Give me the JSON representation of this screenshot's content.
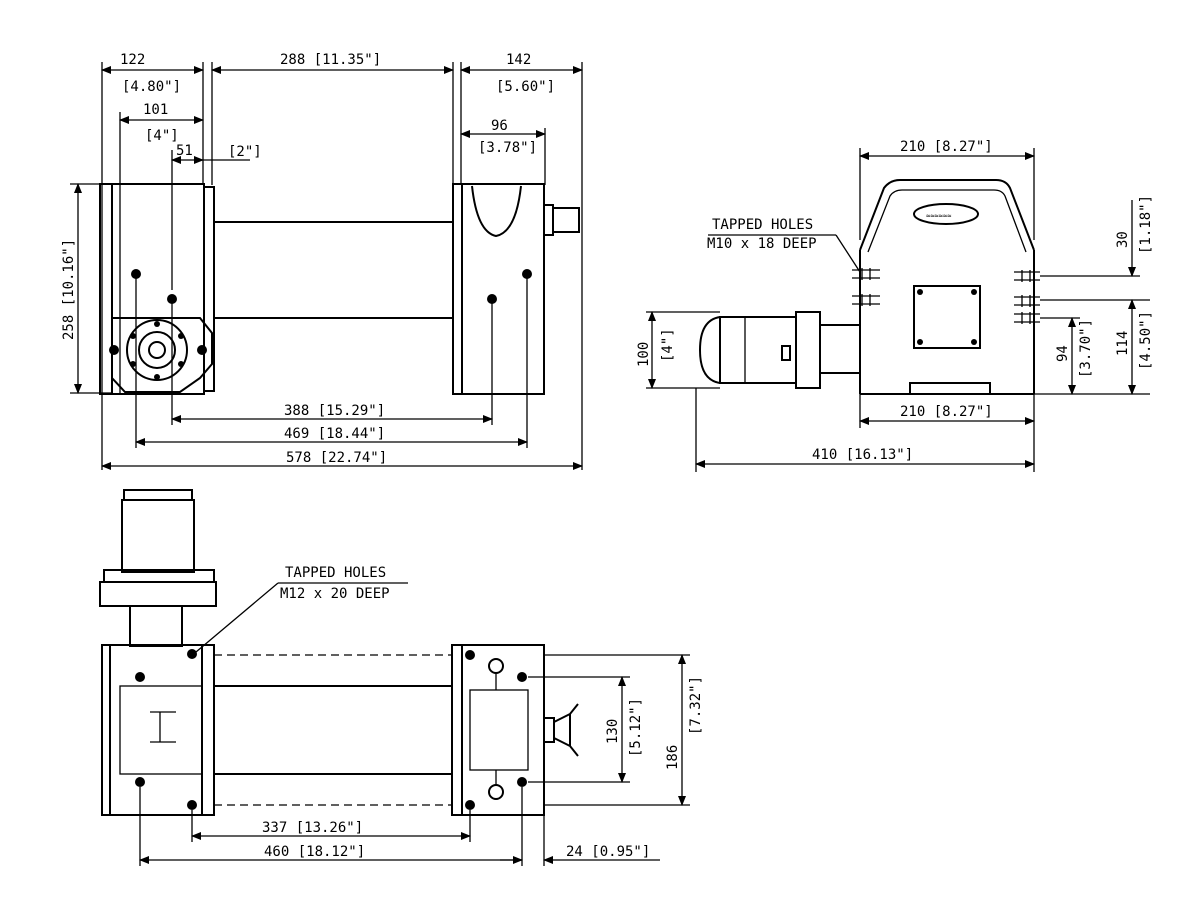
{
  "front_view": {
    "dims": {
      "w122": "122",
      "w122_in": "[4.80\"]",
      "w101": "101",
      "w101_in": "[4\"]",
      "w51": "51",
      "w51_in": "[2\"]",
      "w288": "288 [11.35\"]",
      "w142": "142",
      "w142_in": "[5.60\"]",
      "w96": "96",
      "w96_in": "[3.78\"]",
      "h258": "258 [10.16\"]",
      "w388": "388 [15.29\"]",
      "w469": "469 [18.44\"]",
      "w578": "578 [22.74\"]"
    }
  },
  "side_view": {
    "dims": {
      "w210_top": "210 [8.27\"]",
      "w210_bottom": "210 [8.27\"]",
      "w410": "410 [16.13\"]",
      "h30": "30",
      "h30_in": "[1.18\"]",
      "h114": "114",
      "h114_in": "[4.50\"]",
      "h94": "94",
      "h94_in": "[3.70\"]",
      "h100": "100",
      "h100_in": "[4\"]"
    },
    "note_line1": "TAPPED HOLES",
    "note_line2": "M10 x 18 DEEP"
  },
  "top_view": {
    "dims": {
      "w337": "337 [13.26\"]",
      "w460": "460 [18.12\"]",
      "w24": "24 [0.95\"]",
      "h130": "130",
      "h130_in": "[5.12\"]",
      "h186": "186",
      "h186_in": "[7.32\"]"
    },
    "note_line1": "TAPPED HOLES",
    "note_line2": "M12 x 20 DEEP"
  }
}
